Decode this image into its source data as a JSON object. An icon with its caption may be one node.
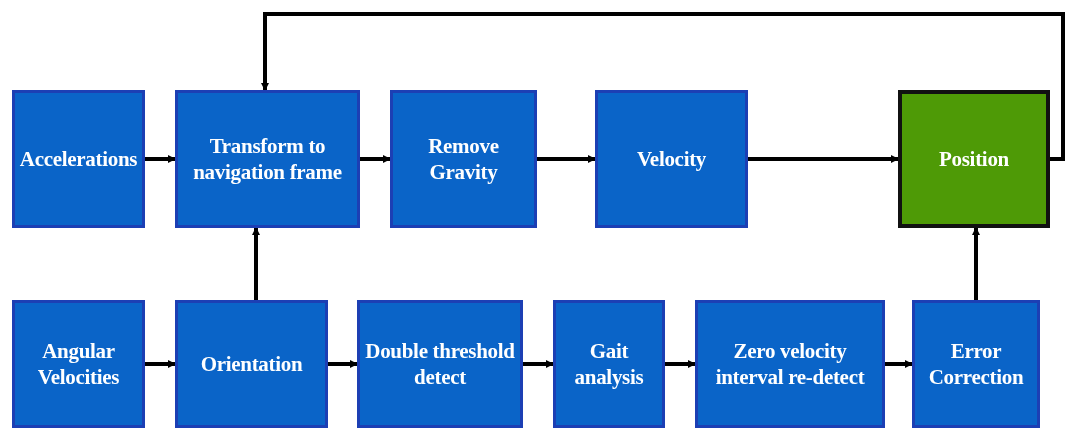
{
  "diagram": {
    "nodes": [
      {
        "text": [
          "Accelerations"
        ]
      },
      {
        "text": [
          "Transform to navigation frame"
        ]
      },
      {
        "text": [
          "Remove Gravity"
        ]
      },
      {
        "text": [
          "Velocity"
        ]
      },
      {
        "text": [
          "Position"
        ]
      },
      {
        "text": [
          "Angular Velocities"
        ]
      },
      {
        "text": [
          "Orientation"
        ]
      },
      {
        "text": [
          "Double threshold detect"
        ]
      },
      {
        "text": [
          "Gait analysis"
        ]
      },
      {
        "text": [
          "Zero velocity interval re-detect"
        ]
      },
      {
        "text": [
          "Error Correction"
        ]
      }
    ],
    "edges": [
      {
        "from": 0,
        "to": 1,
        "arrow": "to"
      },
      {
        "from": 1,
        "to": 2,
        "arrow": "to"
      },
      {
        "from": 2,
        "to": 3,
        "arrow": "to"
      },
      {
        "from": 3,
        "to": 4,
        "arrow": "to"
      },
      {
        "from": 4,
        "to": 1,
        "arrow": "to"
      },
      {
        "from": 5,
        "to": 6,
        "arrow": "to"
      },
      {
        "from": 6,
        "to": 1,
        "arrow": "to"
      },
      {
        "from": 6,
        "to": 7,
        "arrow": "to"
      },
      {
        "from": 7,
        "to": 8,
        "arrow": "to"
      },
      {
        "from": 8,
        "to": 9,
        "arrow": "to"
      },
      {
        "from": 9,
        "to": 10,
        "arrow": "to"
      },
      {
        "from": 10,
        "to": 4,
        "arrow": "to"
      }
    ]
  }
}
